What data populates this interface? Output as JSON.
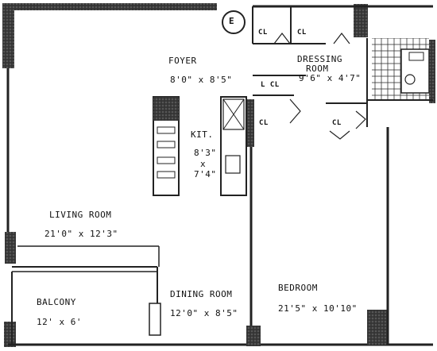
{
  "compass": {
    "label": "E"
  },
  "rooms": {
    "foyer": {
      "name": "FOYER",
      "dims": "8'0\" x 8'5\""
    },
    "dressing": {
      "name_line1": "DRESSING",
      "name_line2": "ROOM",
      "dims": "9'6\" x 4'7\""
    },
    "kitchen": {
      "name": "KIT.",
      "dim1": "8'3\"",
      "by": "x",
      "dim2": "7'4\""
    },
    "living": {
      "name": "LIVING ROOM",
      "dims": "21'0\" x 12'3\""
    },
    "balcony": {
      "name": "BALCONY",
      "dims": "12' x 6'"
    },
    "dining": {
      "name": "DINING ROOM",
      "dims": "12'0\" x 8'5\""
    },
    "bedroom": {
      "name": "BEDROOM",
      "dims": "21'5\" x 10'10\""
    }
  },
  "closets": {
    "cl1": "CL",
    "cl2": "CL",
    "lcl": "L CL",
    "cl3": "CL",
    "cl4": "CL"
  }
}
